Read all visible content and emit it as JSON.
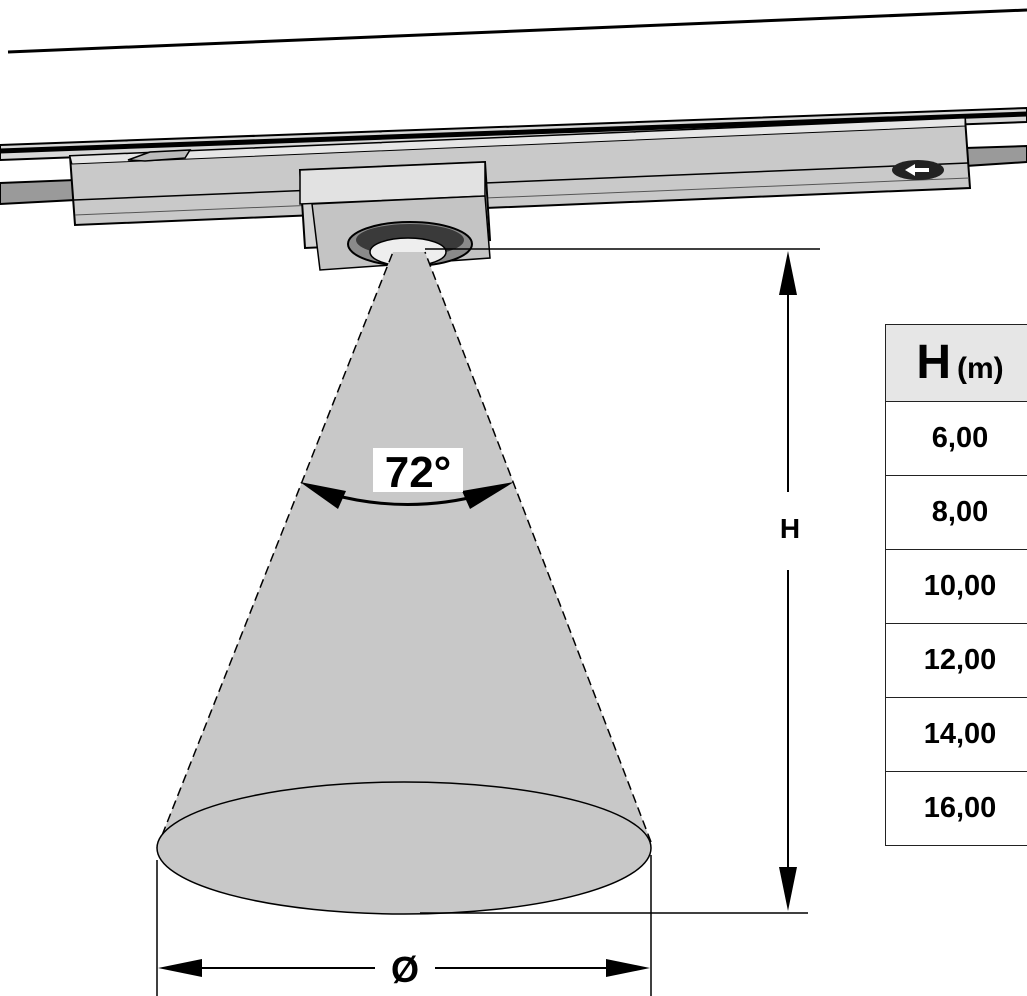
{
  "diagram": {
    "angle_label": "72°",
    "height_label": "H",
    "diameter_label": "Ø",
    "colors": {
      "beam": "#c8c8c8",
      "housing": "#c9c9c9",
      "table_header": "#e6e6e6"
    }
  },
  "table": {
    "header_symbol": "H",
    "header_unit": "(m)",
    "rows": [
      "6,00",
      "8,00",
      "10,00",
      "12,00",
      "14,00",
      "16,00"
    ]
  }
}
